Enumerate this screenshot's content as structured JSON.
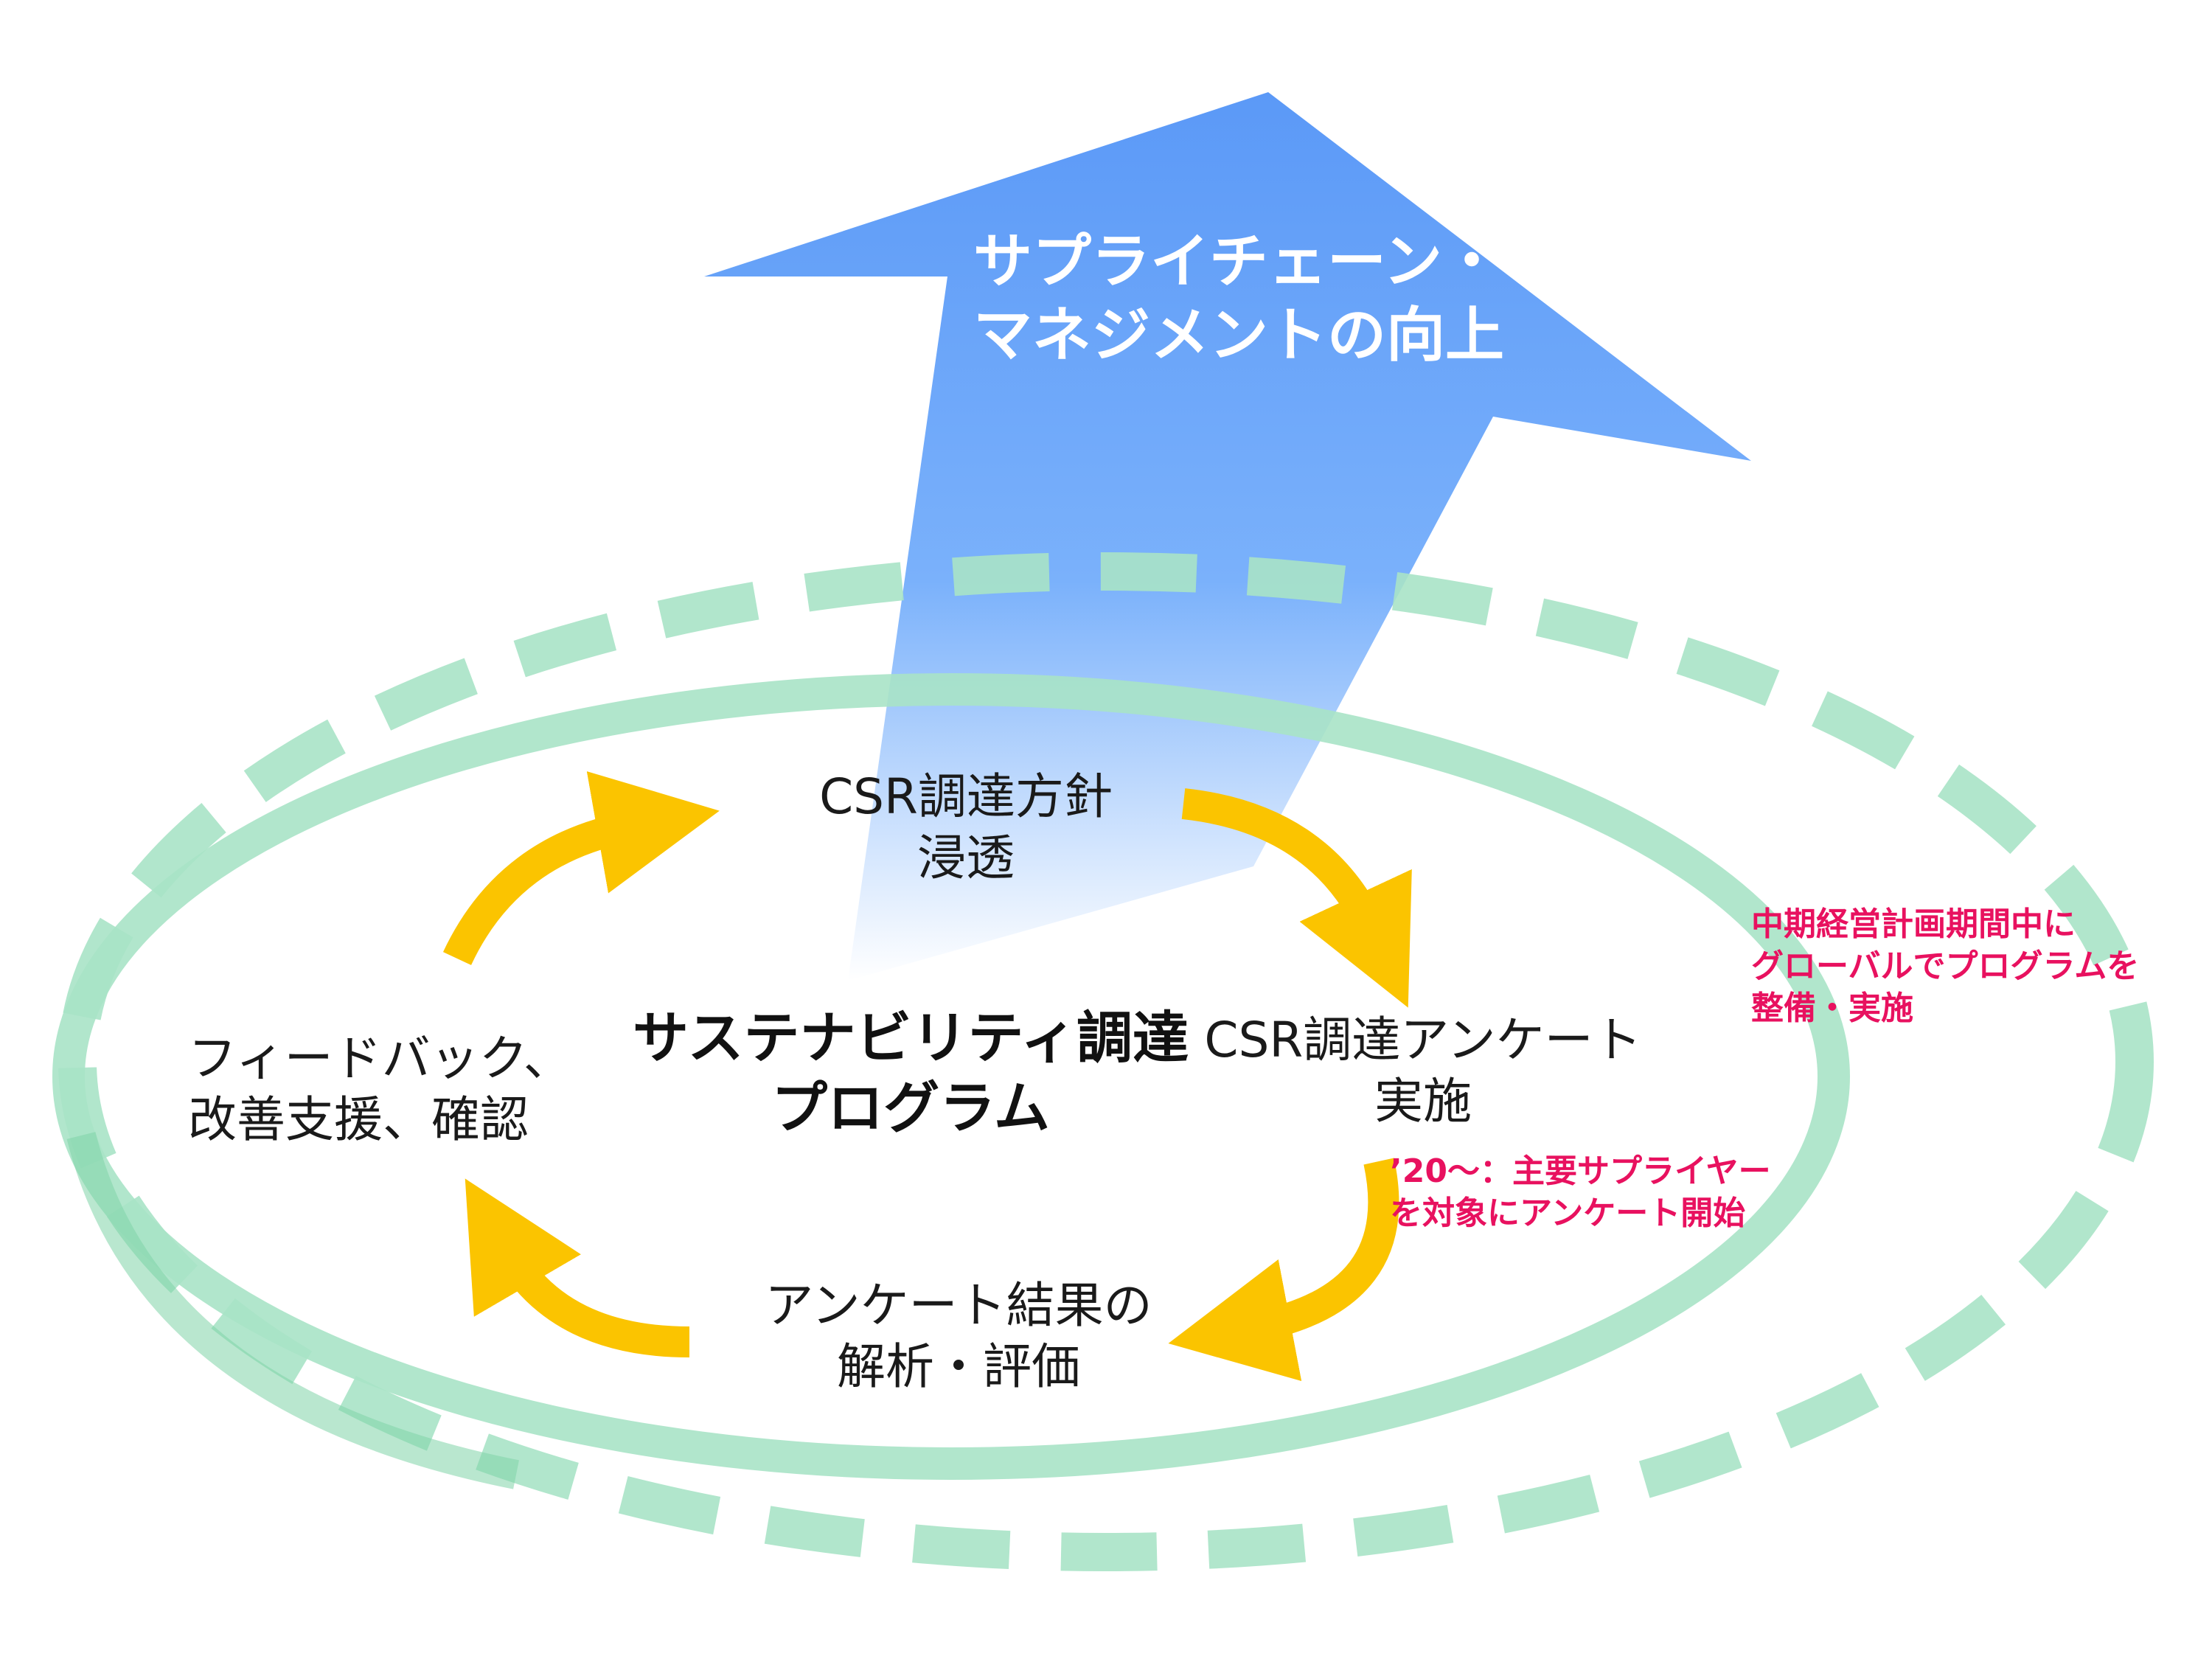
{
  "colors": {
    "arrow_top": "#5b99f7",
    "arrow_bottom": "#ffffff",
    "cycle_arrow": "#fbc400",
    "ellipse": "#a9e3c6",
    "ellipse_dash": "#a9e3c6",
    "overlap": "#7fd3a8",
    "note": "#e8115f",
    "text": "#1a1a1a"
  },
  "big_arrow": {
    "icon": "up-right-arrow",
    "title_lines": [
      "サプライチェーン・",
      "マネジメントの向上"
    ]
  },
  "center": {
    "title_lines": [
      "サステナビリティ調達",
      "プログラム"
    ]
  },
  "steps": {
    "top": {
      "lines": [
        "CSR調達方針",
        "浸透"
      ]
    },
    "right": {
      "lines": [
        "CSR調達アンケート",
        "実施"
      ]
    },
    "bottom": {
      "lines": [
        "アンケート結果の",
        "解析・評価"
      ]
    },
    "left": {
      "lines": [
        "フィードバック、",
        "改善支援、確認"
      ]
    }
  },
  "notes": {
    "survey": {
      "lines": [
        "’20～：主要サプライヤー",
        "を対象にアンケート開始"
      ]
    },
    "global": {
      "lines": [
        "中期経営計画期間中に",
        "グローバルでプログラムを",
        "整備・実施"
      ]
    }
  }
}
